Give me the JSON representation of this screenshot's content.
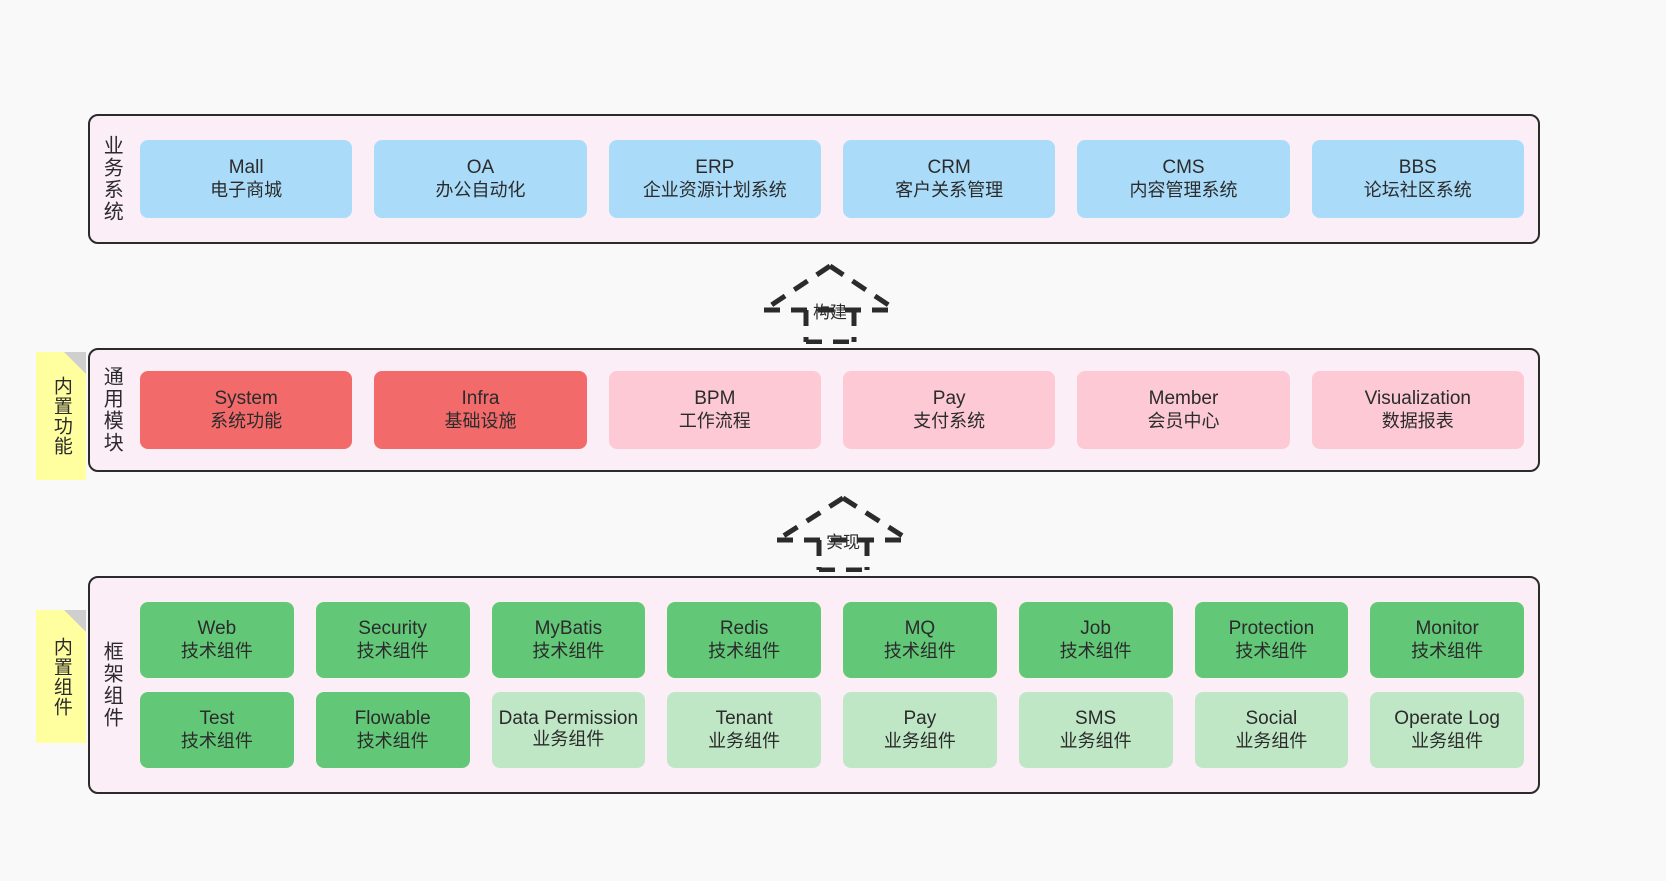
{
  "page": {
    "background_color": "#f9f9f9",
    "border_color": "#2b2b2b",
    "panel_color": "#fbeef7"
  },
  "layers": {
    "business": {
      "title": "业务系统",
      "cards": [
        {
          "name": "Mall",
          "sub": "电子商城"
        },
        {
          "name": "OA",
          "sub": "办公自动化"
        },
        {
          "name": "ERP",
          "sub": "企业资源计划系统"
        },
        {
          "name": "CRM",
          "sub": "客户关系管理"
        },
        {
          "name": "CMS",
          "sub": "内容管理系统"
        },
        {
          "name": "BBS",
          "sub": "论坛社区系统"
        }
      ]
    },
    "common": {
      "title": "通用模块",
      "note": "内置功能",
      "cards": [
        {
          "name": "System",
          "sub": "系统功能",
          "color": "#f26a6a"
        },
        {
          "name": "Infra",
          "sub": "基础设施",
          "color": "#f26a6a"
        },
        {
          "name": "BPM",
          "sub": "工作流程",
          "color": "#fcc9d4"
        },
        {
          "name": "Pay",
          "sub": "支付系统",
          "color": "#fcc9d4"
        },
        {
          "name": "Member",
          "sub": "会员中心",
          "color": "#fcc9d4"
        },
        {
          "name": "Visualization",
          "sub": "数据报表",
          "color": "#fcc9d4"
        }
      ]
    },
    "framework": {
      "title": "框架组件",
      "note": "内置组件",
      "row1": [
        {
          "name": "Web",
          "sub": "技术组件"
        },
        {
          "name": "Security",
          "sub": "技术组件"
        },
        {
          "name": "MyBatis",
          "sub": "技术组件"
        },
        {
          "name": "Redis",
          "sub": "技术组件"
        },
        {
          "name": "MQ",
          "sub": "技术组件"
        },
        {
          "name": "Job",
          "sub": "技术组件"
        },
        {
          "name": "Protection",
          "sub": "技术组件"
        },
        {
          "name": "Monitor",
          "sub": "技术组件"
        }
      ],
      "row2": [
        {
          "name": "Test",
          "sub": "技术组件"
        },
        {
          "name": "Flowable",
          "sub": "技术组件"
        },
        {
          "name": "Data Permission",
          "sub": "业务组件"
        },
        {
          "name": "Tenant",
          "sub": "业务组件"
        },
        {
          "name": "Pay",
          "sub": "业务组件"
        },
        {
          "name": "SMS",
          "sub": "业务组件"
        },
        {
          "name": "Social",
          "sub": "业务组件"
        },
        {
          "name": "Operate Log",
          "sub": "业务组件"
        }
      ]
    }
  },
  "arrows": [
    {
      "label": "构建",
      "from": "通用模块",
      "to": "业务系统"
    },
    {
      "label": "实现",
      "from": "框架组件",
      "to": "通用模块"
    }
  ]
}
